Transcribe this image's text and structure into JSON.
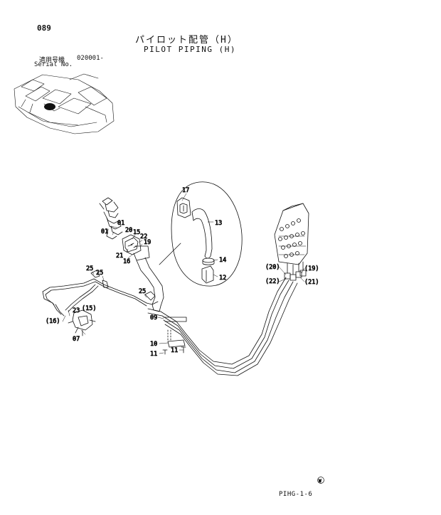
{
  "page": {
    "number": "089",
    "code": "PIHG-1-6",
    "mark": "W"
  },
  "title": {
    "japanese": "パイロット配管（H）",
    "english": "PILOT PIPING (H)"
  },
  "serial": {
    "label_ja": "適用号機",
    "value": "020001-",
    "label_en": "Serial No."
  },
  "part_labels": [
    "17",
    "13",
    "14",
    "12",
    "01",
    "01",
    "20",
    "15",
    "22",
    "19",
    "21",
    "16",
    "25",
    "25",
    "25",
    "23",
    "(15)",
    "(16)",
    "07",
    "09",
    "10",
    "11",
    "11",
    "(20)",
    "(19)",
    "(22)",
    "(21)"
  ],
  "colors": {
    "ink": "#111111",
    "background": "#ffffff"
  },
  "icons": [
    "excavator-thumbnail",
    "pilot-valve",
    "control-valve-block",
    "hose-bundle"
  ]
}
